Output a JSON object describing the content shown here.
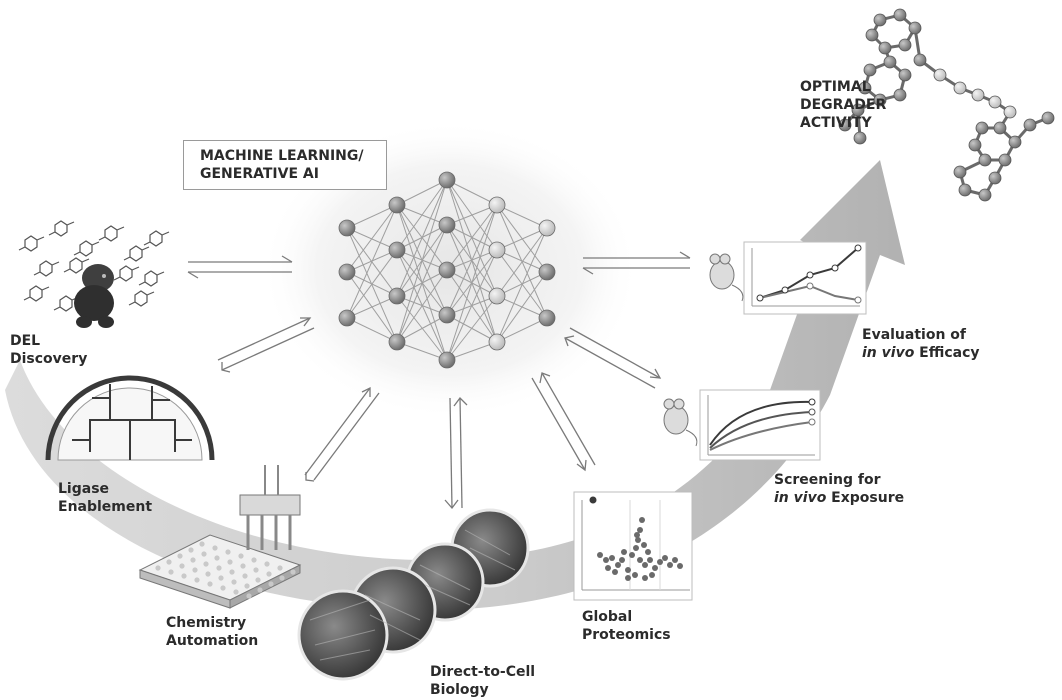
{
  "ml_box": {
    "line1": "MACHINE LEARNING/",
    "line2": "GENERATIVE AI"
  },
  "optimal": {
    "line1": "OPTIMAL",
    "line2": "DEGRADER",
    "line3": "ACTIVITY"
  },
  "steps": {
    "del": {
      "line1": "DEL",
      "line2": "Discovery"
    },
    "ligase": {
      "line1": "Ligase",
      "line2": "Enablement"
    },
    "chemistry": {
      "line1": "Chemistry",
      "line2": "Automation"
    },
    "direct": {
      "line1": "Direct-to-Cell",
      "line2": "Biology"
    },
    "proteomics": {
      "line1": "Global",
      "line2": "Proteomics"
    },
    "exposure": {
      "line1": "Screening for",
      "line2_italic": "in vivo",
      "line2_rest": " Exposure"
    },
    "efficacy": {
      "line1": "Evaluation of",
      "line2_italic": "in vivo",
      "line2_rest": " Efficacy"
    }
  },
  "colors": {
    "arc": "#bdbdbd",
    "arc_dark": "#8f8f8f",
    "node": "#8a8a8a",
    "node_light": "#d9d9d9",
    "text": "#2b2b2b"
  }
}
